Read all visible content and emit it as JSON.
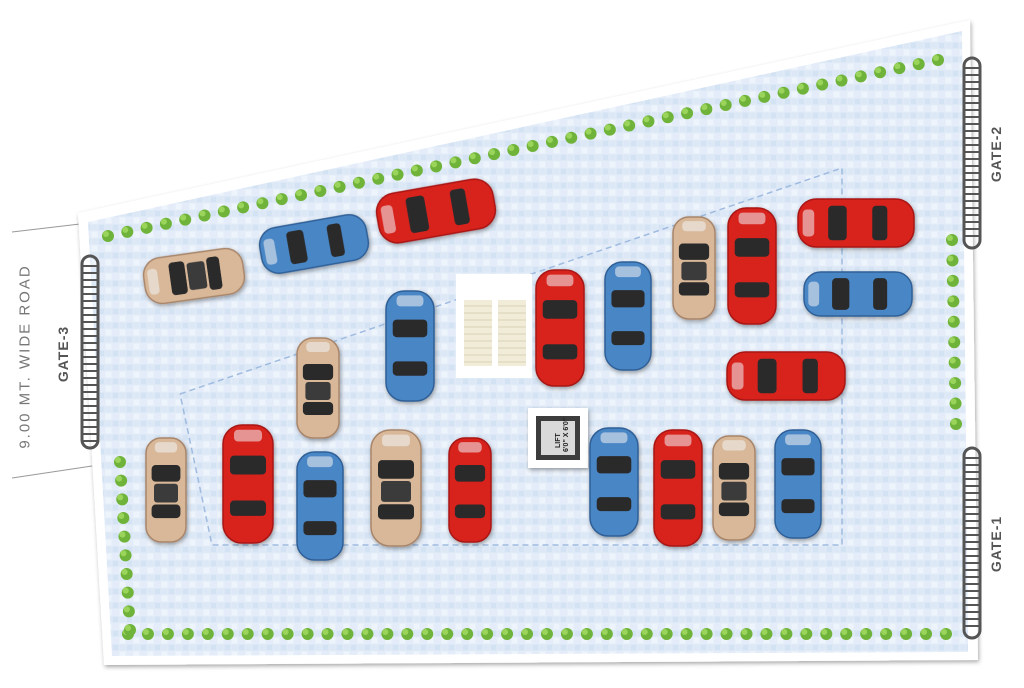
{
  "road": {
    "label": "9.00 MT. WIDE ROAD"
  },
  "gates": [
    {
      "id": "gate-1",
      "label": "GATE-1"
    },
    {
      "id": "gate-2",
      "label": "GATE-2"
    },
    {
      "id": "gate-3",
      "label": "GATE-3"
    }
  ],
  "lift": {
    "label": "LIFT",
    "size": "6'0\" X 6'0\""
  },
  "colors": {
    "pool_tile": "#dfeaf7",
    "tree": "#7cbf3b",
    "car_red": "#d8231f",
    "car_blue": "#4a86c6",
    "car_beige": "#d8b899",
    "boundary": "#ffffff"
  },
  "cars": [
    {
      "color": "beige",
      "orientation": "horizontal"
    },
    {
      "color": "blue",
      "orientation": "horizontal"
    },
    {
      "color": "red",
      "orientation": "horizontal"
    },
    {
      "color": "blue",
      "orientation": "vertical"
    },
    {
      "color": "beige",
      "orientation": "vertical"
    },
    {
      "color": "red",
      "orientation": "vertical"
    },
    {
      "color": "blue",
      "orientation": "vertical"
    },
    {
      "color": "beige",
      "orientation": "vertical"
    },
    {
      "color": "red",
      "orientation": "vertical"
    },
    {
      "color": "red",
      "orientation": "horizontal"
    },
    {
      "color": "blue",
      "orientation": "horizontal"
    },
    {
      "color": "red",
      "orientation": "horizontal"
    },
    {
      "color": "beige",
      "orientation": "vertical"
    },
    {
      "color": "red",
      "orientation": "vertical"
    },
    {
      "color": "blue",
      "orientation": "vertical"
    },
    {
      "color": "red",
      "orientation": "vertical"
    },
    {
      "color": "beige",
      "orientation": "vertical"
    },
    {
      "color": "blue",
      "orientation": "vertical"
    },
    {
      "color": "red",
      "orientation": "vertical"
    },
    {
      "color": "beige",
      "orientation": "vertical"
    },
    {
      "color": "blue",
      "orientation": "vertical"
    }
  ]
}
